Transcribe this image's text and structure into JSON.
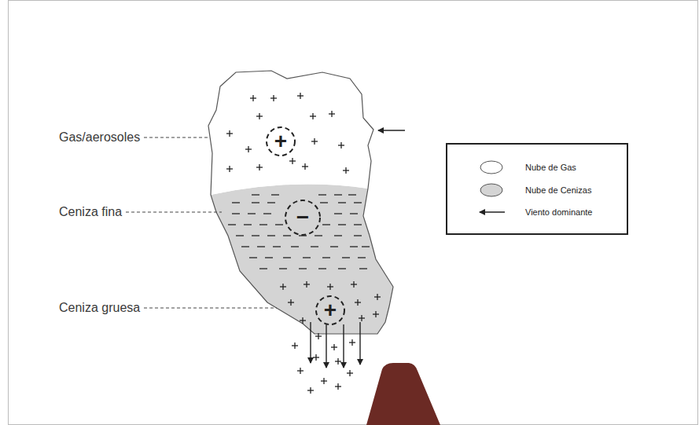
{
  "diagram": {
    "labels": [
      "Gas/aerosoles",
      "Ceniza fina",
      "Ceniza gruesa",
      "+",
      "−",
      "+"
    ],
    "legend": [
      {
        "text": "Nube de Gas",
        "color": "#ffffff"
      },
      {
        "text": "Nube de Cenizas",
        "color": "#d4d4d4"
      },
      {
        "text": "Viento dominante"
      }
    ]
  }
}
